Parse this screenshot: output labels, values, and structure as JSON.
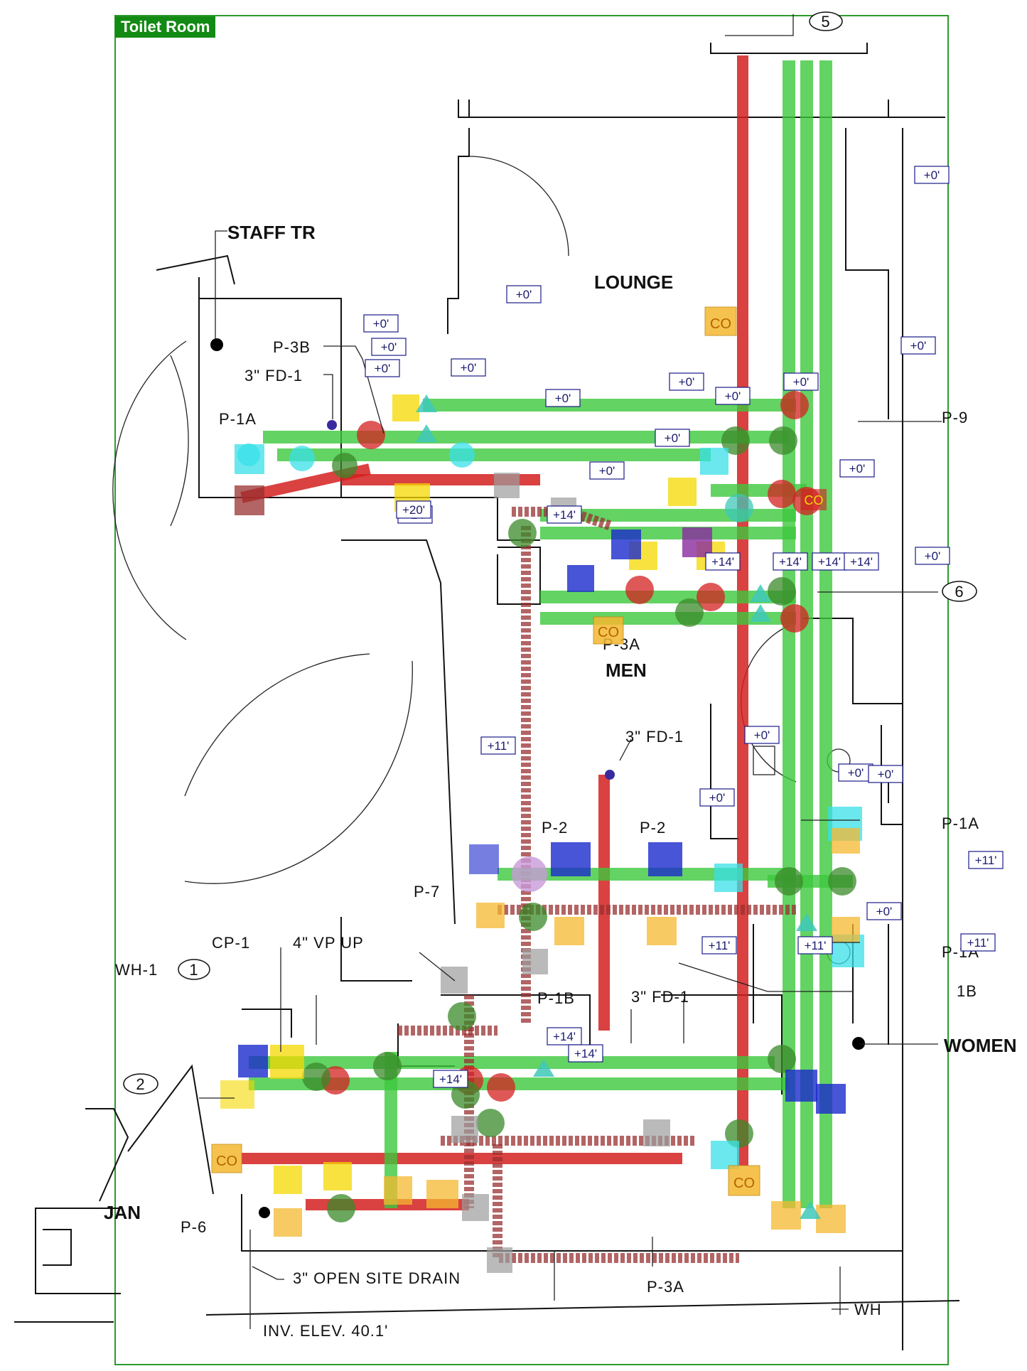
{
  "title": "Toilet Room",
  "rooms": {
    "staff_tr": "STAFF TR",
    "lounge": "LOUNGE",
    "men": "MEN",
    "women": "WOMEN",
    "jan": "JAN"
  },
  "labels": {
    "p3b": "P-3B",
    "fd1_a": "3\" FD-1",
    "p1a_left": "P-1A",
    "p9": "P-9",
    "p3a_top": "P-3A",
    "fd1_b": "3\" FD-1",
    "p2_a": "P-2",
    "p2_b": "P-2",
    "p7": "P-7",
    "p1a_r1": "P-1A",
    "p1a_r2": "P-1A",
    "cp1": "CP-1",
    "vp": "4\" VP UP",
    "wh1": "WH-1",
    "p1b_mid": "P-1B",
    "fd1_c": "3\" FD-1",
    "p1b_right": "1B",
    "p6": "P-6",
    "open_drain": "3\" OPEN SITE DRAIN",
    "p3a_bottom": "P-3A",
    "inv": "INV. ELEV. 40.1'",
    "wh": "WH"
  },
  "grid_bubbles": [
    "5",
    "6",
    "1",
    "2"
  ],
  "fixture_tags": [
    "CO",
    "CO",
    "CO",
    "CO",
    "CO"
  ],
  "elevation_tags": [
    "+0'",
    "+0'",
    "+0'",
    "+0'",
    "+0'",
    "+0'",
    "+0'",
    "+0'",
    "+0'",
    "+0'",
    "+0'",
    "+0'",
    "+0'",
    "+0'",
    "+0'",
    "+0'",
    "+0'",
    "+0'",
    "+0'",
    "+0'",
    "+14'",
    "+14'",
    "+14'",
    "+14'",
    "+14'",
    "+14'",
    "+14'",
    "+14'",
    "+14'",
    "+11'",
    "+11'",
    "+11'",
    "+11'",
    "+11'",
    "+20'"
  ],
  "colors": {
    "tag_bg": "#138a13",
    "pipe_red": "#d42020",
    "pipe_green": "#3cc83c",
    "pipe_maroon": "#9a3030",
    "marker_yellow": "#f4d800",
    "marker_blue": "#1a2acc",
    "marker_cyan": "#38e0e8",
    "marker_orange": "#f4b830",
    "tag_border": "#1a1a8a"
  }
}
